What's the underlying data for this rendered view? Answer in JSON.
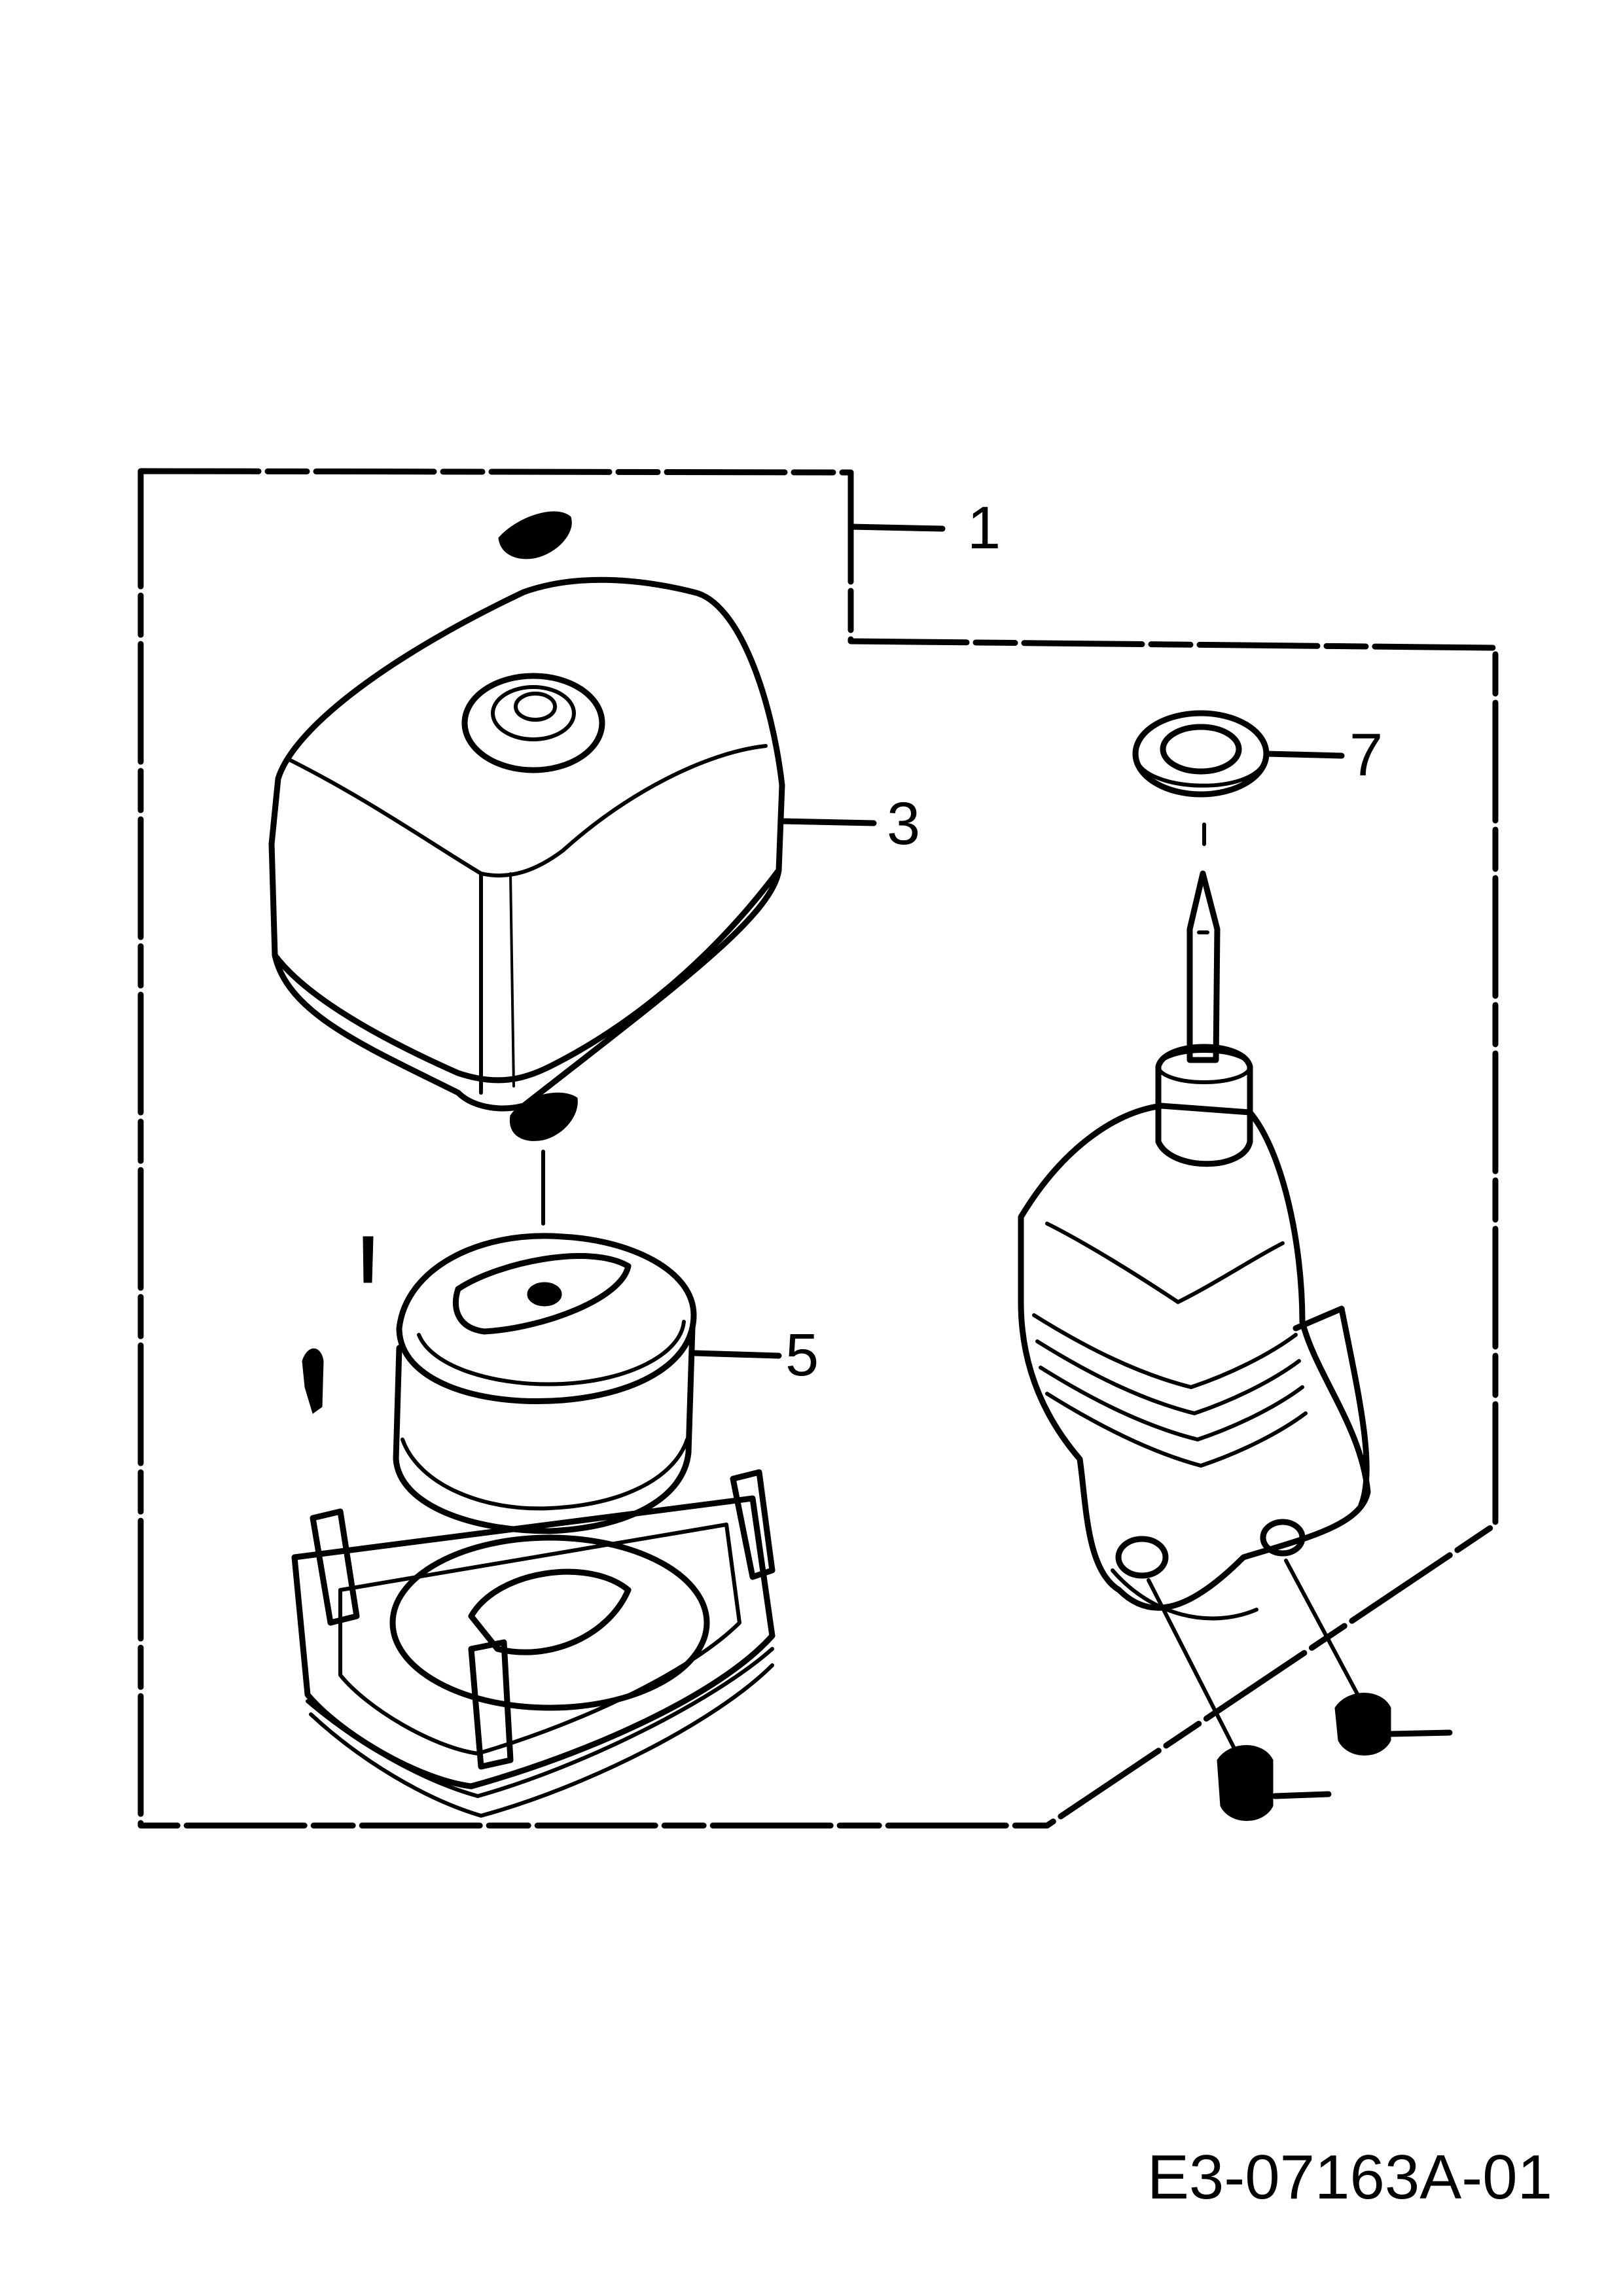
{
  "callouts": {
    "assembly": "1",
    "cover": "3",
    "filter_element": "5",
    "seal": "7"
  },
  "drawing_number": "E3-07163A-01",
  "colors": {
    "ink": "#000000",
    "paper": "#ffffff"
  }
}
